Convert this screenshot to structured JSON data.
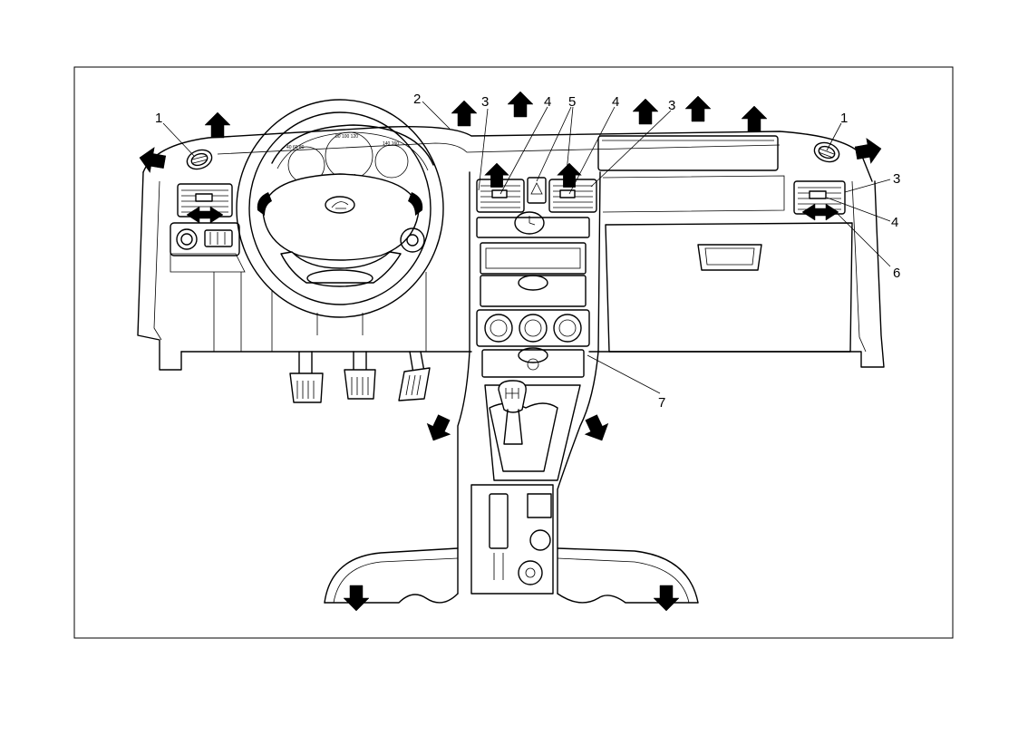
{
  "callouts": {
    "c1_left": "1",
    "c1_right": "1",
    "c2": "2",
    "c3_a": "3",
    "c3_b": "3",
    "c3_c": "3",
    "c4_a": "4",
    "c4_b": "4",
    "c4_c": "4",
    "c5": "5",
    "c6": "6",
    "c7": "7"
  },
  "icons": {
    "airflow_arrow": "black-block-arrow",
    "logo": "lada-boat-emblem"
  },
  "colors": {
    "ink": "#000000",
    "paper": "#ffffff"
  }
}
